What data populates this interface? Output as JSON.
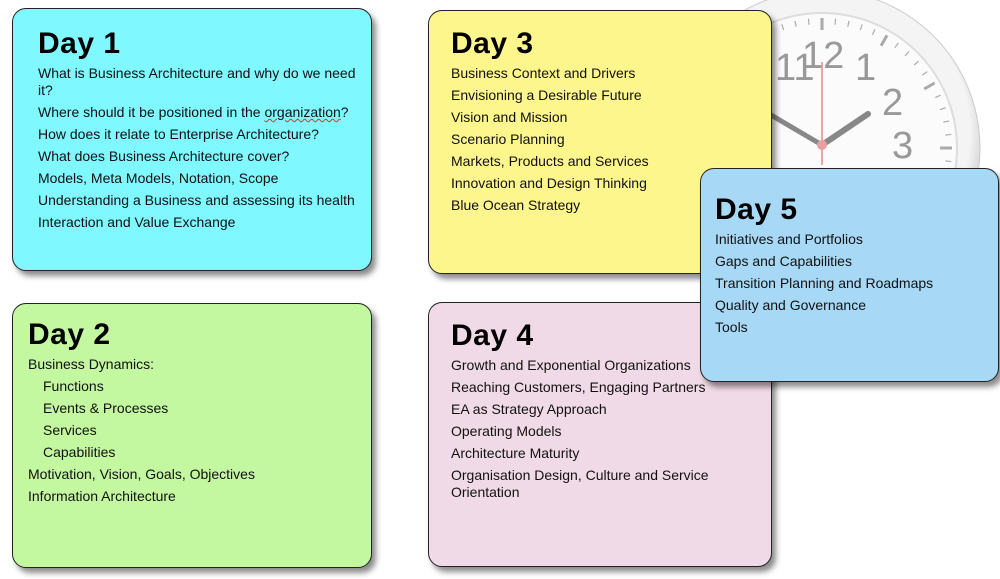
{
  "colors": {
    "day1": "#7ff8ff",
    "day2": "#c3f7a0",
    "day3": "#fdf68d",
    "day4": "#f1dae7",
    "day5": "#a7d9f7"
  },
  "clock": {
    "icon": "clock-icon",
    "numerals": [
      "11",
      "12",
      "1",
      "2",
      "3"
    ]
  },
  "days": [
    {
      "title": "Day 1",
      "items": [
        "What is Business Architecture and why do we need it?",
        "Where should it be positioned in the organization?",
        "How does it relate to Enterprise Architecture?",
        "What does Business Architecture cover?",
        "Models, Meta Models, Notation, Scope",
        "Understanding a Business and assessing its health",
        "Interaction and Value Exchange"
      ]
    },
    {
      "title": "Day 2",
      "items": [
        "Business Dynamics:",
        "Functions",
        "Events & Processes",
        "Services",
        "Capabilities",
        "Motivation, Vision, Goals, Objectives",
        "Information Architecture"
      ]
    },
    {
      "title": "Day 3",
      "items": [
        "Business Context and Drivers",
        "Envisioning a Desirable Future",
        "Vision and Mission",
        "Scenario Planning",
        "Markets, Products and Services",
        "Innovation and Design Thinking",
        "Blue Ocean Strategy"
      ]
    },
    {
      "title": "Day 4",
      "items": [
        "Growth and Exponential Organizations",
        "Reaching Customers, Engaging Partners",
        "EA as Strategy Approach",
        "Operating Models",
        "Architecture Maturity",
        "Organisation Design, Culture and Service Orientation"
      ]
    },
    {
      "title": "Day 5",
      "items": [
        "Initiatives and Portfolios",
        "Gaps and Capabilities",
        "Transition Planning and Roadmaps",
        "Quality and Governance",
        "Tools"
      ]
    }
  ]
}
